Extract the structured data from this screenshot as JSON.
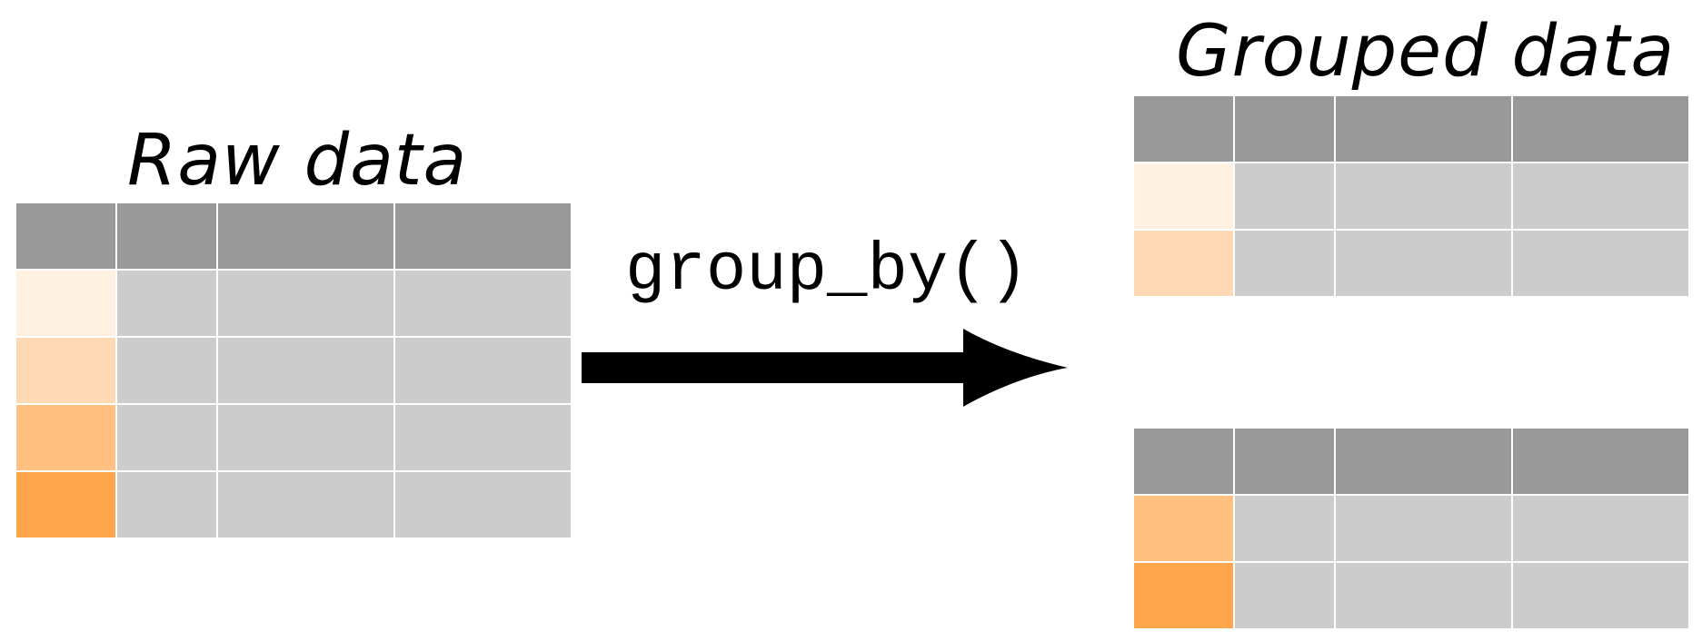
{
  "titles": {
    "raw": "Raw data",
    "grouped": "Grouped data"
  },
  "operation": {
    "label": "group_by()"
  },
  "colors": {
    "header": "#999999",
    "cell": "#cccccc",
    "group_key_1": "#fff0e0",
    "group_key_2": "#ffd9b3",
    "group_key_3": "#ffc080",
    "group_key_4": "#ffa64d",
    "arrow": "#000000"
  },
  "raw_table": {
    "columns": 4,
    "body_rows": 4,
    "key_colors": [
      "#fff0e0",
      "#ffd9b3",
      "#ffc080",
      "#ffa64d"
    ]
  },
  "grouped_tables": [
    {
      "columns": 4,
      "body_rows": 2,
      "key_colors": [
        "#fff0e0",
        "#ffd9b3"
      ]
    },
    {
      "columns": 4,
      "body_rows": 2,
      "key_colors": [
        "#ffc080",
        "#ffa64d"
      ]
    }
  ]
}
